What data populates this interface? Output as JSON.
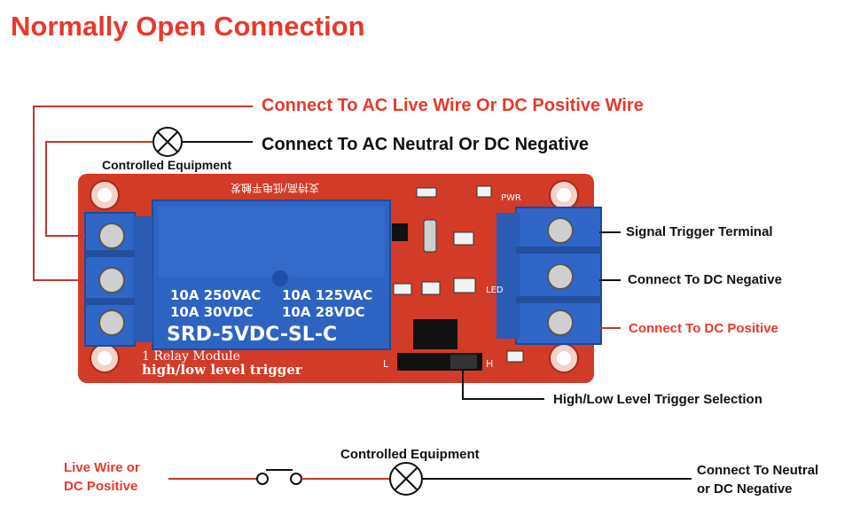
{
  "title": "Normally Open Connection",
  "colors": {
    "red": "#e8392b",
    "wire_dark_red": "#c0392b",
    "board": "#d23b27",
    "terminal": "#2f66c8",
    "relay": "#2d63c2"
  },
  "labels": {
    "ac_live": "Connect To AC Live Wire Or DC Positive Wire",
    "ac_neutral": "Connect To AC Neutral Or DC Negative",
    "controlled_equipment_top": "Controlled Equipment",
    "signal_trigger": "Signal Trigger Terminal",
    "dc_negative": "Connect To DC Negative",
    "dc_positive": "Connect To DC Positive",
    "trigger_selection": "High/Low Level Trigger Selection"
  },
  "relay_text": {
    "line1_left": "10A 250VAC",
    "line1_right": "10A 125VAC",
    "line2_left": "10A  30VDC",
    "line2_right": "10A 28VDC",
    "model": "SRD-5VDC-SL-C"
  },
  "board_text": {
    "module_line1": "1 Relay  Module",
    "module_line2": "high/low level trigger",
    "pwr": "PWR",
    "led": "LED",
    "jumper_h": "H",
    "jumper_l": "L",
    "chinese": "支持高/低电平触发"
  },
  "bottom": {
    "live_line1": "Live Wire or",
    "live_line2": "DC Positive",
    "controlled_equipment": "Controlled Equipment",
    "neutral_line1": "Connect To Neutral",
    "neutral_line2": "or DC Negative"
  },
  "icons": [
    "lamp-icon",
    "screw-icon",
    "switch-icon"
  ]
}
